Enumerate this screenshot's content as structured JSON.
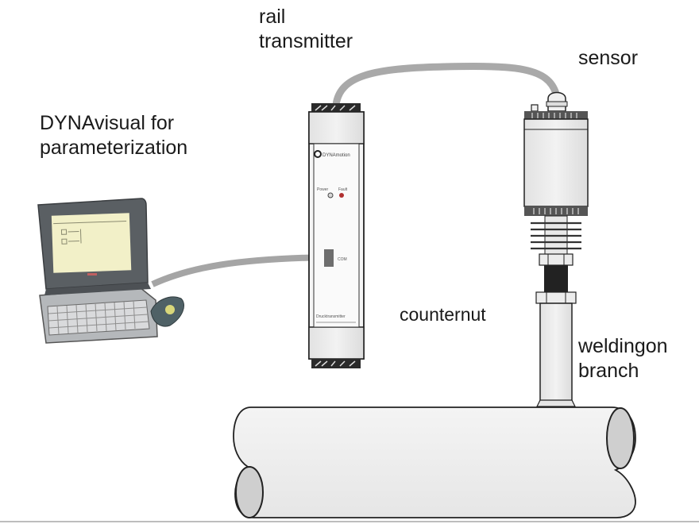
{
  "labels": {
    "rail_transmitter": "rail\ntransmitter",
    "sensor": "sensor",
    "dynavisual": "DYNAvisual for\nparameterization",
    "counternut": "counternut",
    "welding_branch": "weldingon\nbranch"
  },
  "transmitter": {
    "brand": "DYNAmotion",
    "led_labels": [
      "Power",
      "Fault"
    ],
    "port_label": "COM",
    "footer_text": "Drucktransmitter"
  },
  "colors": {
    "background": "#ffffff",
    "cable": "#a9a9a9",
    "outline": "#222222",
    "pipe_fill": "#eeeeee",
    "pipe_end": "#cfcfcf",
    "laptop_body": "#5f6468",
    "laptop_screen": "#f2f0c8",
    "fault_led": "#b03030",
    "power_led": "#c8c8c8",
    "terminal_dark": "#2a2a2a"
  }
}
